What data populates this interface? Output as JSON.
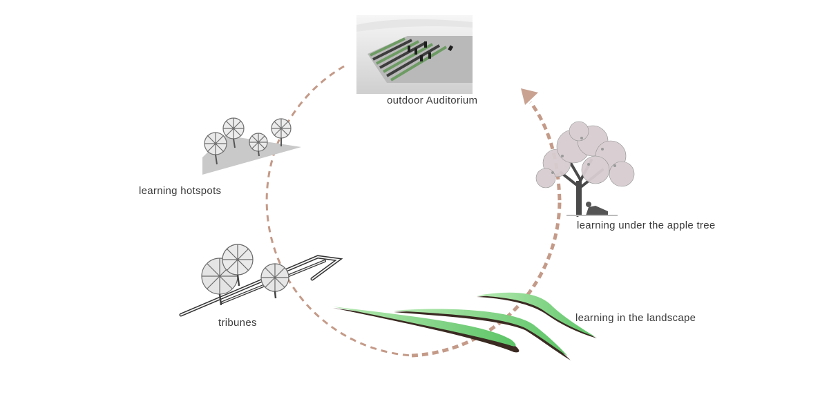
{
  "diagram": {
    "nodes": [
      {
        "id": "auditorium",
        "label": "outdoor Auditorium"
      },
      {
        "id": "apple_tree",
        "label": "learning under the apple tree"
      },
      {
        "id": "landscape",
        "label": "learning in the landscape"
      },
      {
        "id": "tribunes",
        "label": "tribunes"
      },
      {
        "id": "hotspots",
        "label": "learning hotspots"
      }
    ],
    "colors": {
      "cycle": "#c49a88",
      "arrow": "#c9a291",
      "label": "#3a3a3a",
      "grass_light": "#9fe09a",
      "grass_dark": "#4cb45a",
      "soil": "#3a2a22",
      "plate": "#c8c8c8",
      "tree_trunk": "#4a4a4a",
      "blossom": "#d8cdd0"
    }
  }
}
